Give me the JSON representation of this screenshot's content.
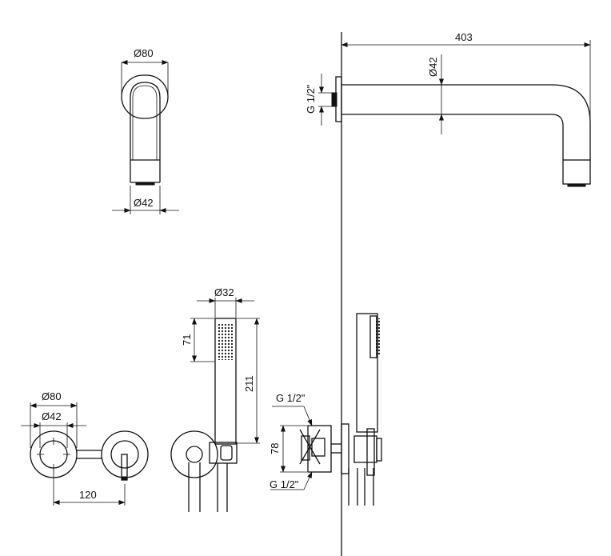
{
  "dimensions": {
    "top_spout_front_outer_dia": "Ø80",
    "top_spout_front_spout_dia": "Ø42",
    "spout_length": "403",
    "spout_side_dia": "Ø42",
    "spout_thread": "G 1/2\"",
    "mixer_front_outer_dia": "Ø80",
    "mixer_front_inner_dia": "Ø42",
    "mixer_spacing": "120",
    "hand_shower_dia": "Ø32",
    "hand_shower_head_length": "71",
    "hand_shower_length": "211",
    "valve_body_height": "78",
    "valve_thread_top": "G 1/2\"",
    "valve_thread_bottom": "G 1/2\""
  }
}
